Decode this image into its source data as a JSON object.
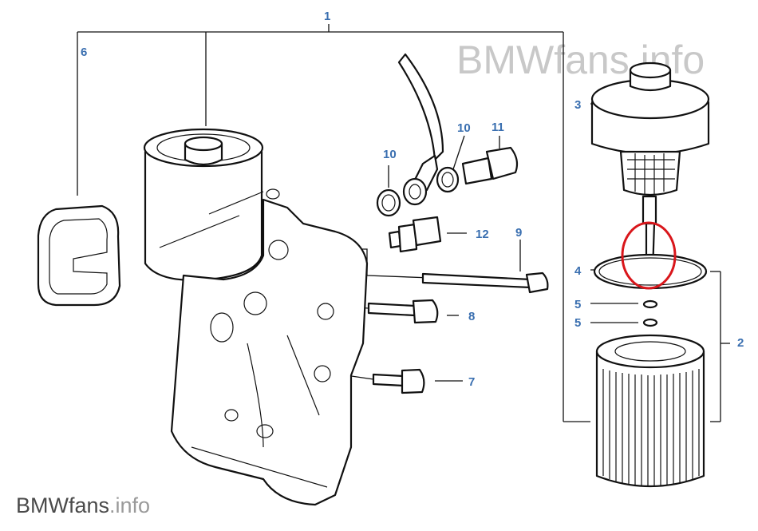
{
  "watermark": {
    "top": "BMWfans.info",
    "bottom_brand": "BMWfans",
    "bottom_suffix": ".info"
  },
  "callouts": {
    "c1": "1",
    "c2": "2",
    "c3": "3",
    "c4": "4",
    "c5a": "5",
    "c5b": "5",
    "c6": "6",
    "c7": "7",
    "c8": "8",
    "c9": "9",
    "c10a": "10",
    "c10b": "10",
    "c11": "11",
    "c12": "12"
  },
  "colors": {
    "callout": "#3a6fb0",
    "highlight_circle": "#d9161b",
    "watermark_top": "#c8c8c8"
  }
}
